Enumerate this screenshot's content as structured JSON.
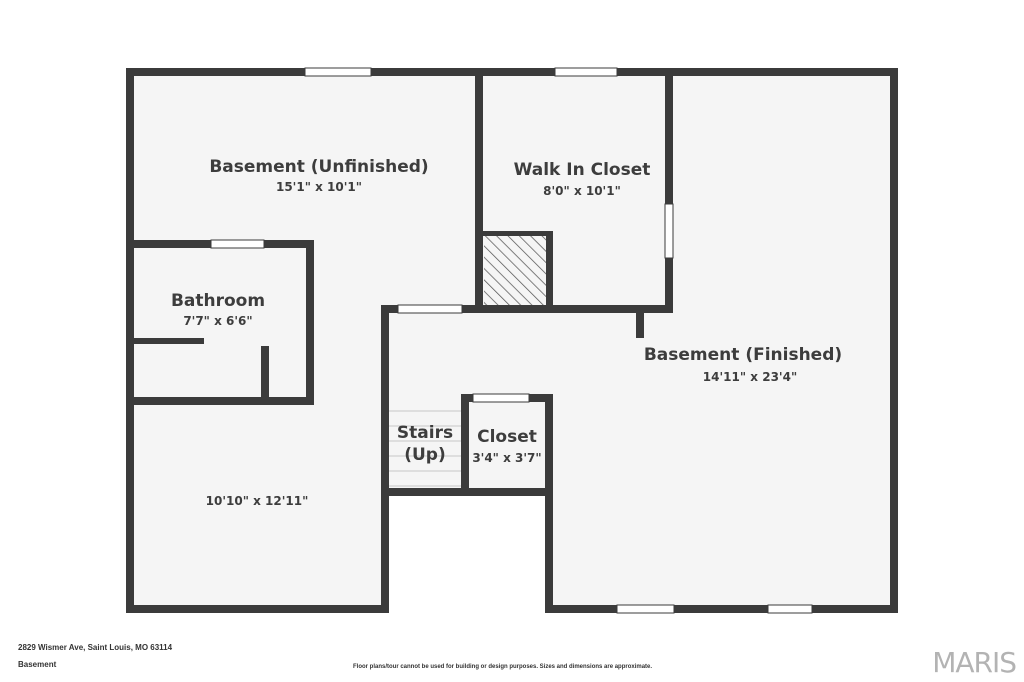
{
  "rooms": {
    "basement_unfinished": {
      "name": "Basement (Unfinished)",
      "dims": "15'1\" x 10'1\""
    },
    "walk_in_closet": {
      "name": "Walk In Closet",
      "dims": "8'0\" x 10'1\""
    },
    "bathroom": {
      "name": "Bathroom",
      "dims": "7'7\" x 6'6\""
    },
    "basement_finished": {
      "name": "Basement (Finished)",
      "dims": "14'11\" x 23'4\""
    },
    "stairs": {
      "name_line1": "Stairs",
      "name_line2": "(Up)"
    },
    "closet": {
      "name": "Closet",
      "dims": "3'4\" x 3'7\""
    },
    "lower_left": {
      "dims": "10'10\" x 12'11\""
    }
  },
  "footer": {
    "address": "2829 Wismer Ave, Saint Louis, MO 63114",
    "level": "Basement",
    "disclaimer": "Floor plans/tour cannot be used for building or design purposes. Sizes and dimensions are approximate.",
    "brand": "MARIS"
  },
  "colors": {
    "wall": "#3b3b3b",
    "floor": "#f5f5f5",
    "background": "#ffffff",
    "text": "#3d3d3d"
  }
}
